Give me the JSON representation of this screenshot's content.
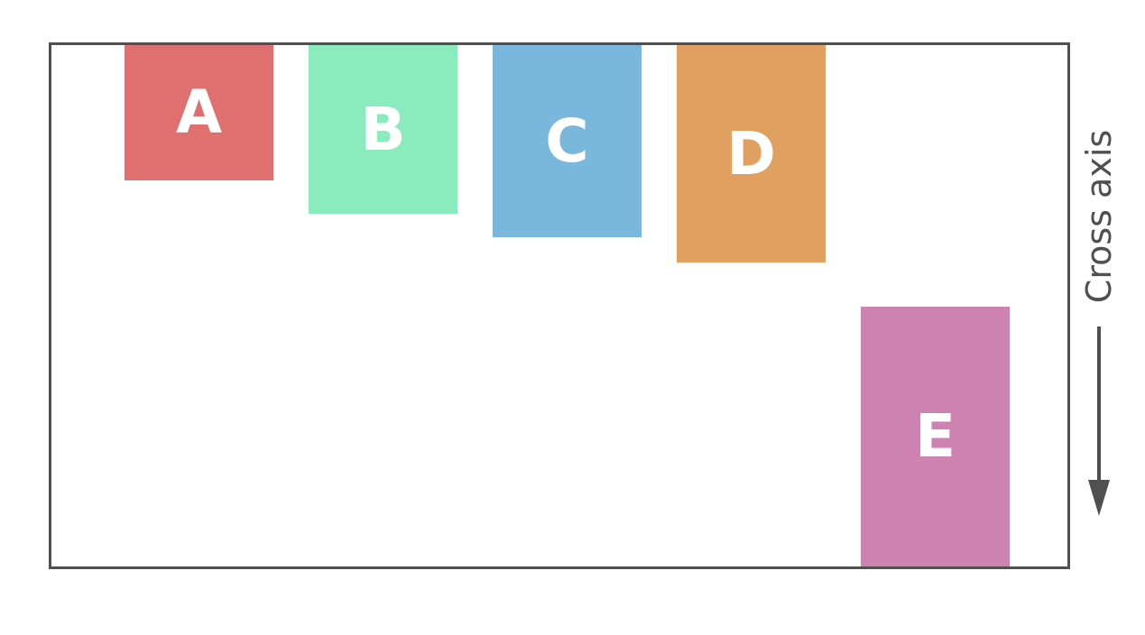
{
  "items": [
    {
      "label": "A",
      "color": "#e07070"
    },
    {
      "label": "B",
      "color": "#8aebbd"
    },
    {
      "label": "C",
      "color": "#7ab7dd"
    },
    {
      "label": "D",
      "color": "#e0a060"
    },
    {
      "label": "E",
      "color": "#ce82b2"
    }
  ],
  "axis": {
    "label": "Cross axis",
    "color": "#505050"
  }
}
